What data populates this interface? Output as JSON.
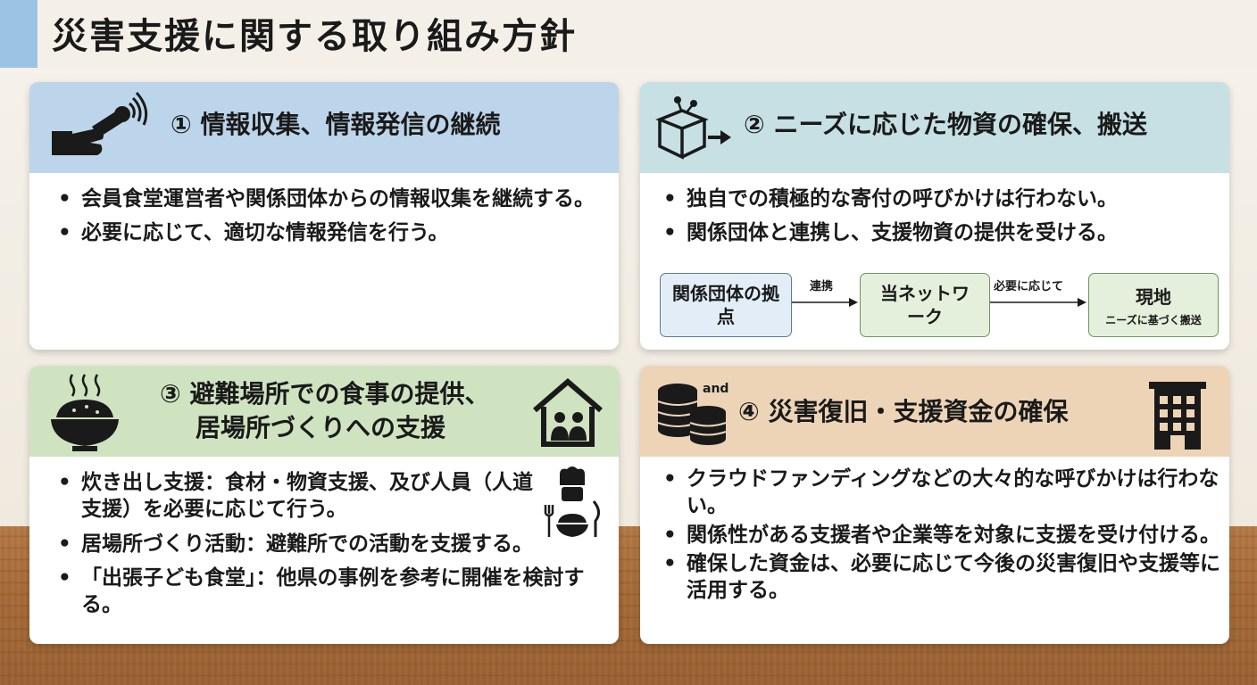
{
  "title": "災害支援に関する取り組み方針",
  "cards": [
    {
      "heading": "① 情報収集、情報発信の継続",
      "bullets": [
        "会員食堂運営者や関係団体からの情報収集を継続する。",
        "必要に応じて、適切な情報発信を行う。"
      ]
    },
    {
      "heading": "② ニーズに応じた物資の確保、搬送",
      "bullets": [
        "独自での積極的な寄付の呼びかけは行わない。",
        "関係団体と連携し、支援物資の提供を受ける。"
      ],
      "flow": {
        "box1": "関係団体の拠点",
        "arrow1": "連携",
        "box2": "当ネットワーク",
        "arrow2": "必要に応じて",
        "box3_title": "現地",
        "box3_sub": "ニーズに基づく搬送"
      }
    },
    {
      "heading_line1": "③ 避難場所での食事の提供、",
      "heading_line2": "居場所づくりへの支援",
      "bullets": [
        "炊き出し支援：食材・物資支援、及び人員（人道支援）を必要に応じて行う。",
        "居場所づくり活動：避難所での活動を支援する。",
        "「出張子ども食堂」：他県の事例を参考に開催を検討する。"
      ]
    },
    {
      "heading": "④ 災害復旧・支援資金の確保",
      "icon_text": "and",
      "bullets": [
        "クラウドファンディングなどの大々的な呼びかけは行わない。",
        "関係性がある支援者や企業等を対象に支援を受け付ける。",
        "確保した資金は、必要に応じて今後の災害復旧や支援等に活用する。"
      ]
    }
  ],
  "colors": {
    "head1": "#bdd5ea",
    "head2": "#c6e0e3",
    "head3": "#cfe3c0",
    "head4": "#edd4b7",
    "title_accent": "#9cc3e3"
  },
  "icons": {
    "card1": "megaphone-hand-icon",
    "card2": "box-arrow-icon",
    "card3_left": "rice-bowl-icon",
    "card3_right": "house-family-icon",
    "card3_body": "chef-meal-icon",
    "card4_left": "coins-icon",
    "card4_right": "building-icon"
  }
}
